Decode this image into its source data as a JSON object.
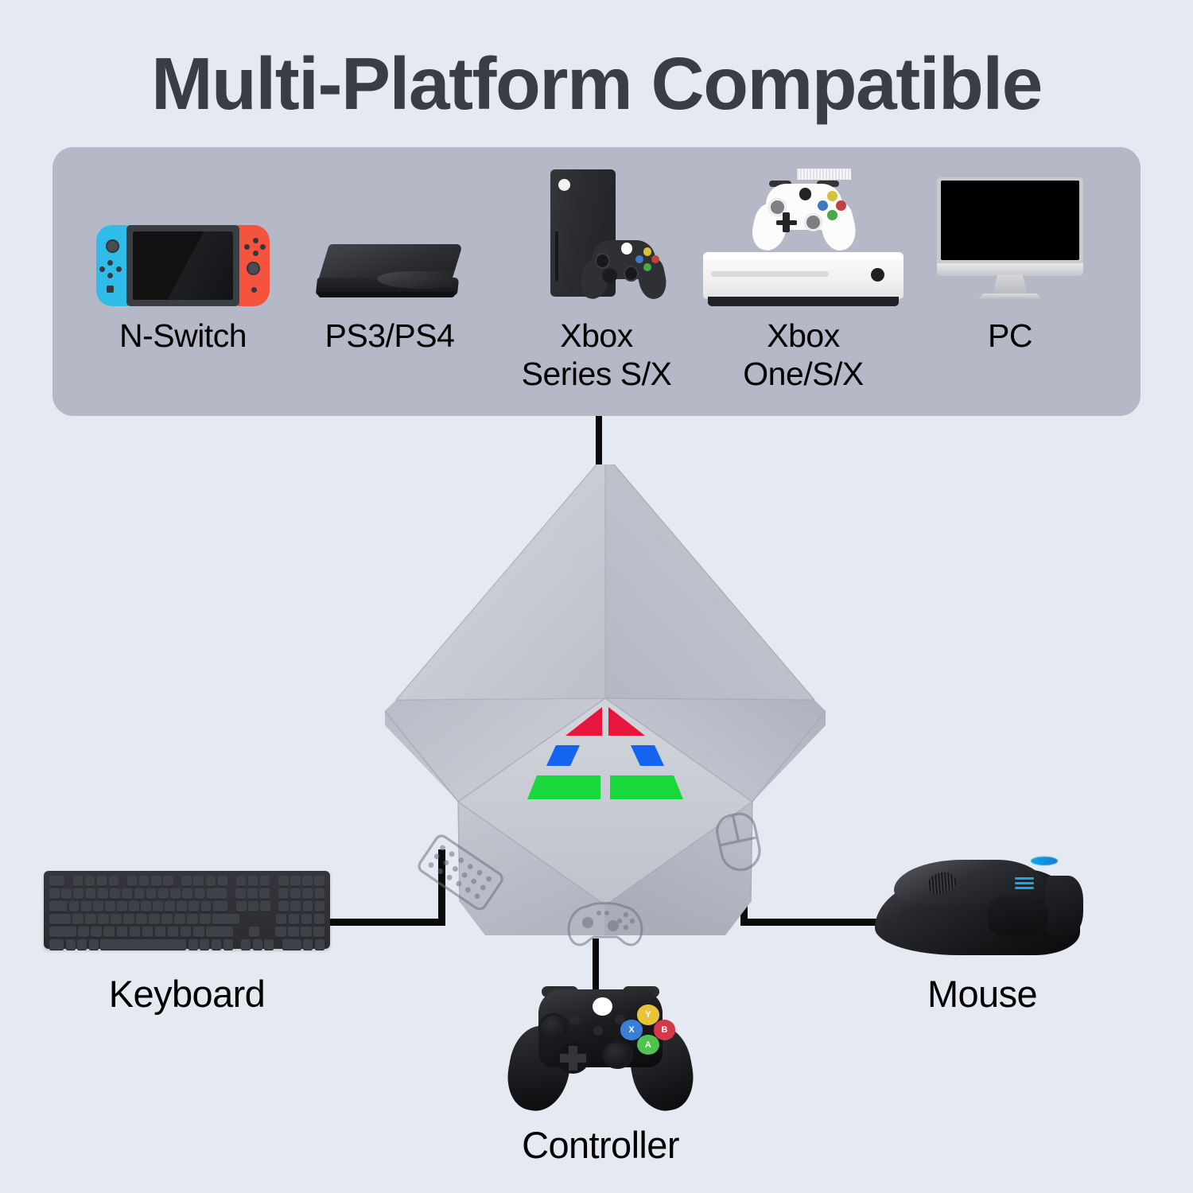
{
  "page": {
    "title": "Multi-Platform Compatible",
    "background_color": "#e5e9f2",
    "panel_color": "#b5b8c6",
    "wire_color": "#0b0b0c"
  },
  "platforms": [
    {
      "id": "n-switch",
      "label": "N-Switch",
      "icon": "nintendo-switch-console-icon"
    },
    {
      "id": "ps3-ps4",
      "label": "PS3/PS4",
      "icon": "playstation-console-icon"
    },
    {
      "id": "xbox-sx",
      "label": "Xbox\nSeries S/X",
      "icon": "xbox-series-x-console-icon"
    },
    {
      "id": "xbox-one",
      "label": "Xbox\nOne/S/X",
      "icon": "xbox-one-s-console-icon"
    },
    {
      "id": "pc",
      "label": "PC",
      "icon": "desktop-monitor-icon"
    }
  ],
  "adapter": {
    "name": "keyboard-mouse-converter-adapter",
    "body_color": "#b9bcc6",
    "logo": {
      "name": "rgb-triangle-logo",
      "segments": [
        {
          "position": "top-left",
          "color": "#e8163c"
        },
        {
          "position": "top-right",
          "color": "#e8163c"
        },
        {
          "position": "middle-left",
          "color": "#1464f0"
        },
        {
          "position": "middle-right",
          "color": "#1464f0"
        },
        {
          "position": "bottom-left",
          "color": "#18d83c"
        },
        {
          "position": "bottom-right",
          "color": "#18d83c"
        }
      ]
    },
    "ports": [
      {
        "id": "keyboard-port",
        "icon": "keyboard-port-icon"
      },
      {
        "id": "mouse-port",
        "icon": "mouse-port-icon"
      },
      {
        "id": "controller-port",
        "icon": "gamepad-port-icon"
      }
    ]
  },
  "peripherals": [
    {
      "id": "keyboard",
      "label": "Keyboard",
      "icon": "keyboard-device-icon"
    },
    {
      "id": "controller",
      "label": "Controller",
      "icon": "xbox-controller-device-icon"
    },
    {
      "id": "mouse",
      "label": "Mouse",
      "icon": "gaming-mouse-device-icon"
    }
  ],
  "controller_buttons": [
    {
      "label": "Y",
      "color": "#e8c43a"
    },
    {
      "label": "B",
      "color": "#d4394a"
    },
    {
      "label": "X",
      "color": "#3a7fd4"
    },
    {
      "label": "A",
      "color": "#4fc24f"
    }
  ]
}
